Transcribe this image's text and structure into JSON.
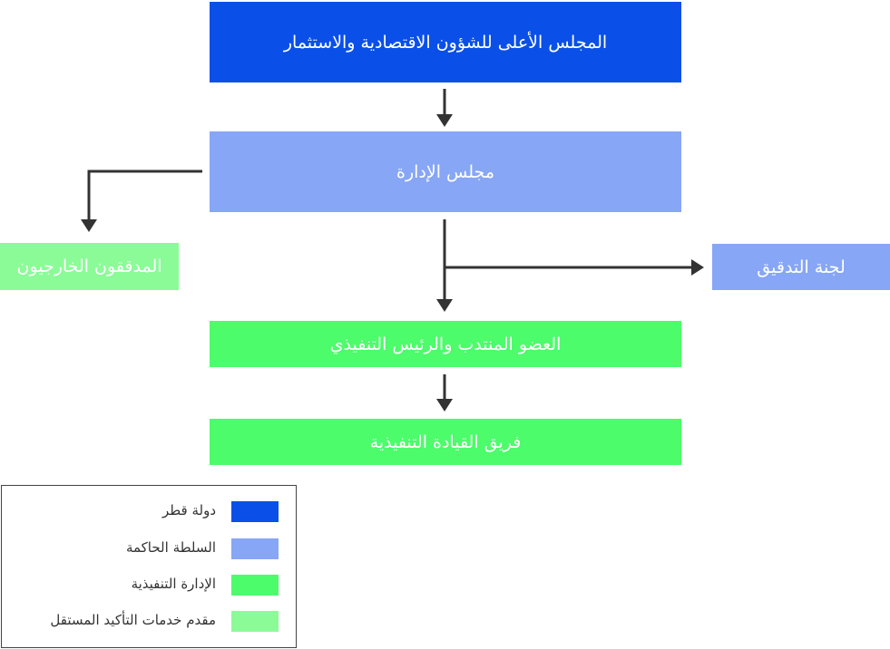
{
  "colors": {
    "state": "#0a50e8",
    "governing": "#87a6f5",
    "executive": "#4cfc6b",
    "assurance": "#8bfb98",
    "arrow": "#333333"
  },
  "nodes": {
    "council": "المجلس الأعلى للشؤون الاقتصادية والاستثمار",
    "board": "مجلس الإدارة",
    "external_auditors": "المدققون الخارجيون",
    "audit_committee": "لجنة التدقيق",
    "ceo": "العضو المنتدب والرئيس التنفيذي",
    "leadership_team": "فريق القيادة التنفيذية"
  },
  "legend": [
    {
      "label": "دولة قطر",
      "color_key": "state"
    },
    {
      "label": "السلطة الحاكمة",
      "color_key": "governing"
    },
    {
      "label": "الإدارة التنفيذية",
      "color_key": "executive"
    },
    {
      "label": "مقدم خدمات التأكيد المستقل",
      "color_key": "assurance"
    }
  ]
}
